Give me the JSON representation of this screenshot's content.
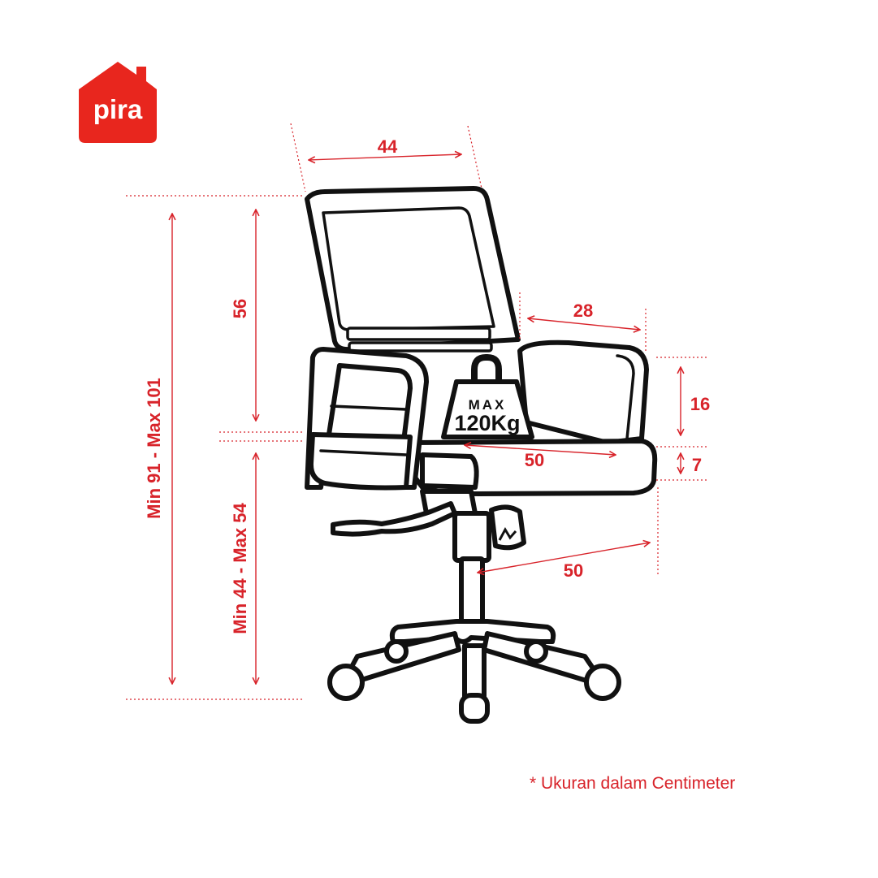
{
  "brand": {
    "logo_text": "pira",
    "accent_color": "#e8261e"
  },
  "diagram": {
    "line_color": "#d8232a",
    "dimensions": {
      "backrest_width": "44",
      "backrest_height": "56",
      "armrest_depth": "28",
      "armrest_height": "16",
      "seat_thickness": "7",
      "seat_width": "50",
      "base_width": "50",
      "seat_height": "Min 44 - Max 54",
      "total_height": "Min 91 - Max 101"
    },
    "weight_badge": {
      "top_text": "MAX",
      "bottom_text": "120Kg"
    }
  },
  "footer": {
    "note": "* Ukuran dalam Centimeter"
  }
}
